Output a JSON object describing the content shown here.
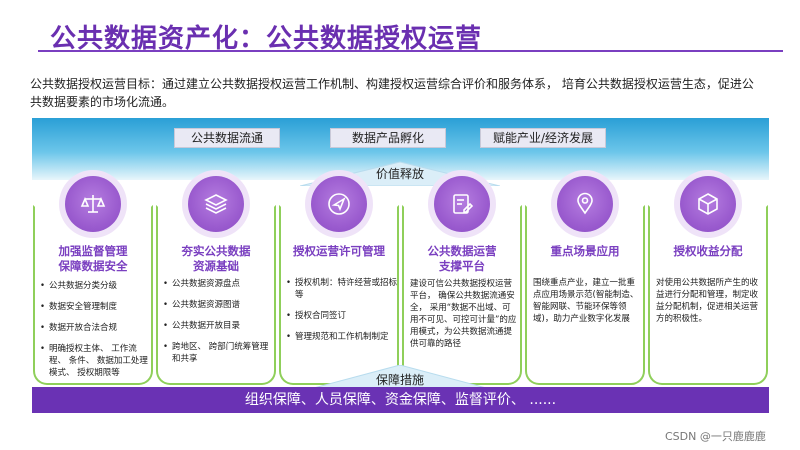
{
  "title": "公共数据资产化：公共数据授权运营",
  "goal": {
    "label": "公共数据授权运营目标：",
    "text": "通过建立公共数据授权运营工作机制、构建授权运营综合评价和服务体系，  培育公共数据授权运营生态，促进公共数据要素的市场化流通。"
  },
  "top_pills": [
    "公共数据流通",
    "数据产品孵化",
    "赋能产业/经济发展"
  ],
  "value_label": "价值释放",
  "cards": [
    {
      "icon": "scale-icon",
      "title": "加强监督管理\n保障数据安全",
      "items": [
        "公共数据分类分级",
        "数据安全管理制度",
        "数据开放合法合规",
        "明确授权主体、 工作流程、 条件、 数据加工处理模式、 授权期限等"
      ]
    },
    {
      "icon": "layers-icon",
      "title": "夯实公共数据\n资源基础",
      "items": [
        "公共数据资源盘点",
        "公共数据资源图谱",
        "公共数据开放目录",
        "跨地区、 跨部门统筹管理和共享"
      ]
    },
    {
      "icon": "send-icon",
      "title": "授权运营许可管理",
      "items": [
        "授权机制：特许经营或招标等",
        "授权合同签订",
        "管理规范和工作机制制定"
      ]
    },
    {
      "icon": "document-edit-icon",
      "title": "公共数据运营\n支撑平台",
      "text": "建设可信公共数据授权运营平台， 确保公共数据流通安全， 采用“数据不出域、可用不可见、可控可计量”的应用模式，为公共数据流通提供可靠的路径"
    },
    {
      "icon": "location-pin-icon",
      "title": "重点场景应用",
      "text": "围绕重点产业，建立一批重点应用场景示范(智能制造、智能网联、节能环保等领域)，助力产业数字化发展"
    },
    {
      "icon": "cube-icon",
      "title": "授权收益分配",
      "text": "对使用公共数据所产生的收益进行分配和管理，制定收益分配机制，促进相关运营方的积极性。"
    }
  ],
  "support_label": "保障措施",
  "bottom_bar": "组织保障、人员保障、资金保障、监督评价、   ......",
  "watermark": "CSDN @一只鹿鹿鹿",
  "colors": {
    "accent": "#6a32b4",
    "card_border": "#8fcf5a",
    "band_top": "#2a9fd6"
  }
}
